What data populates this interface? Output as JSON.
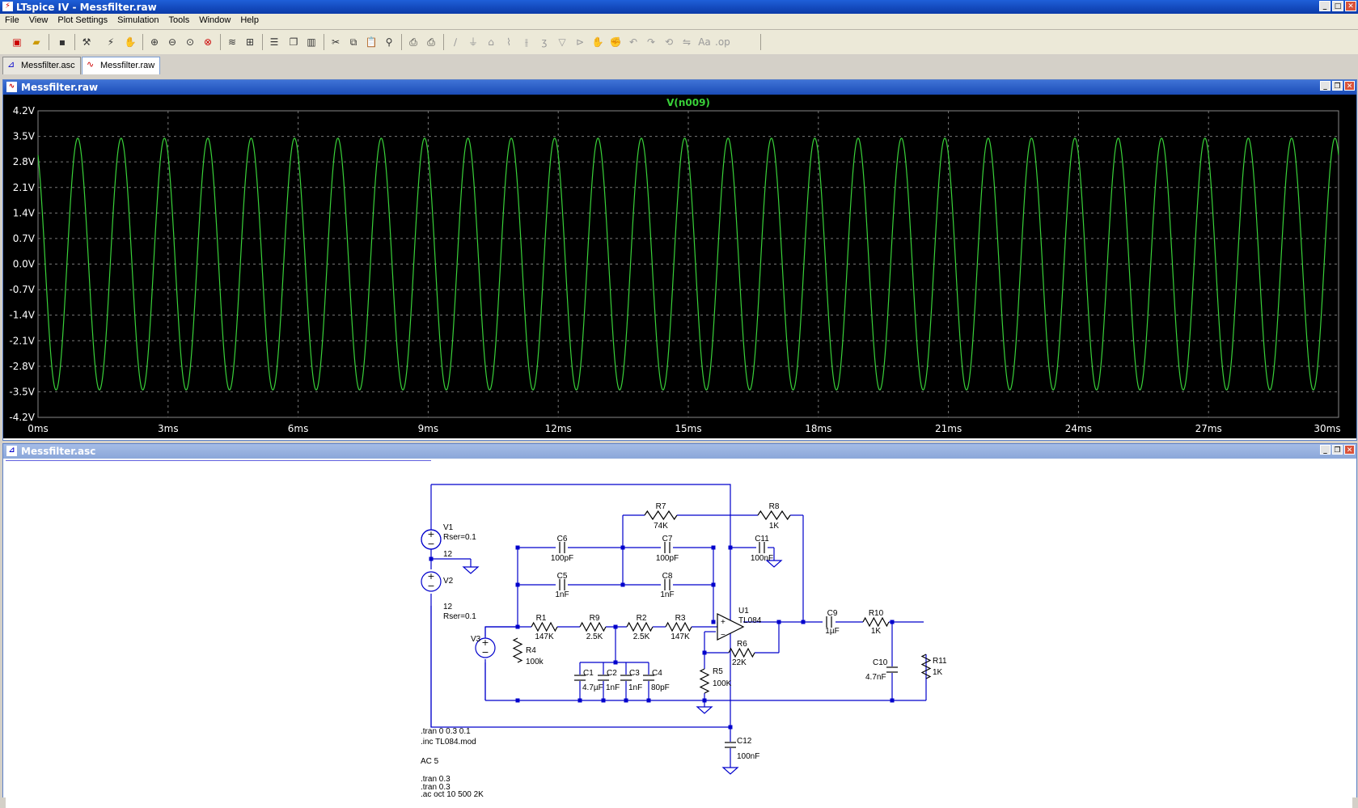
{
  "app": {
    "title": "LTspice IV - Messfilter.raw",
    "icon": "ltspice-icon"
  },
  "menu": [
    "File",
    "View",
    "Plot Settings",
    "Simulation",
    "Tools",
    "Window",
    "Help"
  ],
  "toolbar": {
    "icons": [
      "new-schematic-icon",
      "open-icon",
      "save-icon",
      "control-panel-icon",
      "run-icon",
      "halt-icon",
      "zoom-in-icon",
      "zoom-out-icon",
      "zoom-fit-icon",
      "zoom-cancel-icon",
      "autorange-icon",
      "mark-data-icon",
      "tile-horizontal-icon",
      "cascade-icon",
      "tile-vertical-icon",
      "cut-icon",
      "copy-icon",
      "paste-icon",
      "find-icon",
      "print-setup-icon",
      "print-icon",
      "wire-icon",
      "ground-icon",
      "label-net-icon",
      "resistor-icon",
      "capacitor-icon",
      "inductor-icon",
      "diode-icon",
      "component-icon",
      "move-icon",
      "drag-icon",
      "undo-icon",
      "redo-icon",
      "rotate-icon",
      "mirror-icon",
      "text-icon",
      "spice-directive-icon"
    ]
  },
  "tabs": [
    {
      "label": "Messfilter.asc",
      "icon": "schematic-icon",
      "active": false
    },
    {
      "label": "Messfilter.raw",
      "icon": "waveform-icon",
      "active": true
    }
  ],
  "plot_pane": {
    "title": "Messfilter.raw"
  },
  "schematic_pane": {
    "title": "Messfilter.asc"
  },
  "chart_data": {
    "type": "line",
    "title": "V(n009)",
    "series": [
      {
        "name": "V(n009)",
        "color": "#39d139",
        "amplitude": 3.45,
        "offset": 0.0,
        "frequency_hz": 1000,
        "phase_deg": 120
      }
    ],
    "x_ticks": [
      "0ms",
      "3ms",
      "6ms",
      "9ms",
      "12ms",
      "15ms",
      "18ms",
      "21ms",
      "24ms",
      "27ms",
      "30ms"
    ],
    "y_ticks": [
      "4.2V",
      "3.5V",
      "2.8V",
      "2.1V",
      "1.4V",
      "0.7V",
      "0.0V",
      "-0.7V",
      "-1.4V",
      "-2.1V",
      "-2.8V",
      "-3.5V",
      "-4.2V"
    ],
    "xlim_ms": [
      0,
      30
    ],
    "ylim": [
      -4.2,
      4.2
    ],
    "grid": true
  },
  "schematic": {
    "components": {
      "V1": {
        "name": "V1",
        "value": "Rser=0.1",
        "v": "12"
      },
      "V2": {
        "name": "V2",
        "v": "12",
        "value": "Rser=0.1"
      },
      "V3": {
        "name": "V3"
      },
      "R7": {
        "name": "R7",
        "value": "74K"
      },
      "R8": {
        "name": "R8",
        "value": "1K"
      },
      "C6": {
        "name": "C6",
        "value": "100pF"
      },
      "C7": {
        "name": "C7",
        "value": "100pF"
      },
      "C11": {
        "name": "C11",
        "value": "100nF"
      },
      "C5": {
        "name": "C5",
        "value": "1nF"
      },
      "C8": {
        "name": "C8",
        "value": "1nF"
      },
      "R1": {
        "name": "R1",
        "value": "147K"
      },
      "R9": {
        "name": "R9",
        "value": "2.5K"
      },
      "R2": {
        "name": "R2",
        "value": "2.5K"
      },
      "R3": {
        "name": "R3",
        "value": "147K"
      },
      "U1": {
        "name": "U1",
        "value": "TL084"
      },
      "C9": {
        "name": "C9",
        "value": "1µF"
      },
      "R10": {
        "name": "R10",
        "value": "1K"
      },
      "R6": {
        "name": "R6",
        "value": "22K"
      },
      "R4": {
        "name": "R4",
        "value": "100k"
      },
      "C1": {
        "name": "C1",
        "value": "4.7µF"
      },
      "C2": {
        "name": "C2",
        "value": "1nF"
      },
      "C3": {
        "name": "C3",
        "value": "1nF"
      },
      "C4": {
        "name": "C4",
        "value": "80pF"
      },
      "R5": {
        "name": "R5",
        "value": "100K"
      },
      "C10": {
        "name": "C10",
        "value": "4.7nF"
      },
      "R11": {
        "name": "R11",
        "value": "1K"
      },
      "C12": {
        "name": "C12",
        "value": "100nF"
      }
    },
    "directives": [
      ".tran 0 0.3 0.1",
      ".inc TL084.mod",
      "AC 5",
      ".tran 0.3",
      ".tran 0.3",
      ".ac oct 10 500 2K"
    ]
  }
}
